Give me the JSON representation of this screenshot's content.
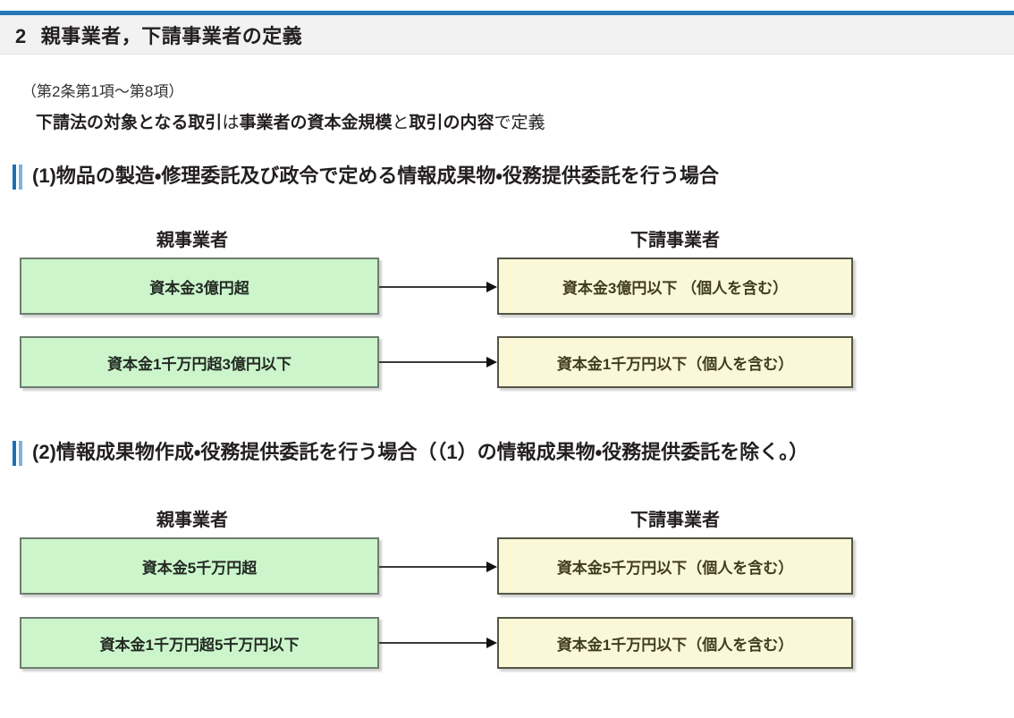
{
  "document": {
    "title_number": "2",
    "title_text": "親事業者，下請事業者の定義",
    "lead_reference": "（第2条第1項〜第8項）",
    "lead_bold_1": "下請法の対象となる取引",
    "lead_normal_1": "は",
    "lead_bold_2": "事業者の資本金規模",
    "lead_normal_2": "と",
    "lead_bold_3": "取引の内容",
    "lead_normal_3": "で定義"
  },
  "colors": {
    "accent_blue": "#2579b8",
    "marker_blue_dark": "#1f6fb5",
    "marker_blue_light": "#7eb2dd",
    "parent_box_fill": "#ccf5cc",
    "parent_box_border": "#6d7d6d",
    "sub_box_fill": "#fbf8d8",
    "sub_box_border": "#555544",
    "heading_band": "#f2f2f2"
  },
  "sections": [
    {
      "id": "1",
      "heading": "(1)物品の製造・修理委託及び政令で定める情報成果物・役務提供委託を行う場合",
      "column_headers": {
        "parent": "親事業者",
        "sub": "下請事業者"
      },
      "rows": [
        {
          "parent": "資本金3億円超",
          "sub": "資本金3億円以下 （個人を含む）"
        },
        {
          "parent": "資本金1千万円超3億円以下",
          "sub": "資本金1千万円以下（個人を含む）"
        }
      ]
    },
    {
      "id": "2",
      "heading": "(2)情報成果物作成・役務提供委託を行う場合（（1）の情報成果物・役務提供委託を除く。）",
      "column_headers": {
        "parent": "親事業者",
        "sub": "下請事業者"
      },
      "rows": [
        {
          "parent": "資本金5千万円超",
          "sub": "資本金5千万円以下（個人を含む）"
        },
        {
          "parent": "資本金1千万円超5千万円以下",
          "sub": "資本金1千万円以下（個人を含む）"
        }
      ]
    }
  ]
}
